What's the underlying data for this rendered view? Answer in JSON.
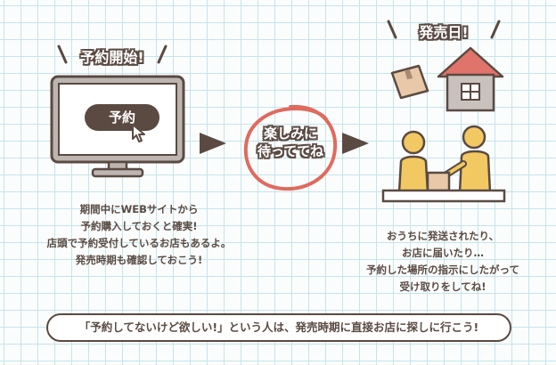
{
  "step1": {
    "heading": "予約開始!",
    "button_label": "予約",
    "description": [
      "期間中にWEBサイトから",
      "予約購入しておくと確実!",
      "店頭で予約受付しているお店もあるよ。",
      "発売時期も確認しておこう!"
    ]
  },
  "middle": {
    "line1": "楽しみに",
    "line2": "待っててね"
  },
  "step2": {
    "heading": "発売日!",
    "description": [
      "おうちに発送されたり、",
      "お店に届いたり…",
      "予約した場所の指示にしたがって",
      "受け取りをしてね!"
    ]
  },
  "banner": {
    "text": "「予約してないけど欲しい!」という人は、発売時期に直接お店に探しに行こう!"
  },
  "colors": {
    "text": "#5a4a42",
    "accent": "#e06a5e",
    "skin": "#f2c862",
    "grid": "#c6e4ea"
  }
}
